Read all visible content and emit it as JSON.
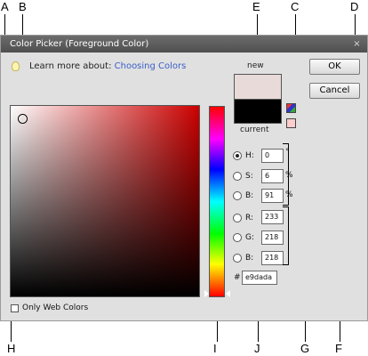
{
  "callouts": {
    "a": "A",
    "b": "B",
    "c": "C",
    "d": "D",
    "e": "E",
    "f": "F",
    "g": "G",
    "h": "H",
    "i": "I",
    "j": "J"
  },
  "dialog": {
    "title": "Color Picker (Foreground Color)",
    "close_glyph": "×"
  },
  "learn_more": {
    "prefix": "Learn more about:",
    "link": "Choosing Colors"
  },
  "swatches": {
    "new_label": "new",
    "current_label": "current",
    "new_color": "#e9dada",
    "current_color": "#000000"
  },
  "buttons": {
    "ok": "OK",
    "cancel": "Cancel"
  },
  "hsb": {
    "h_label": "H:",
    "h_value": "0",
    "h_unit": "°",
    "s_label": "S:",
    "s_value": "6",
    "s_unit": "%",
    "b_label": "B:",
    "b_value": "91",
    "b_unit": "%",
    "selected": "H"
  },
  "rgb": {
    "r_label": "R:",
    "r_value": "233",
    "g_label": "G:",
    "g_value": "218",
    "b_label": "B:",
    "b_value": "218"
  },
  "hex": {
    "label": "#",
    "value": "e9dada"
  },
  "only_web_colors": {
    "label": "Only Web Colors",
    "checked": false
  },
  "icons": {
    "hint": "lightbulb-icon",
    "gamut": "color-cube-icon",
    "websafe": "websafe-swatch-icon"
  }
}
